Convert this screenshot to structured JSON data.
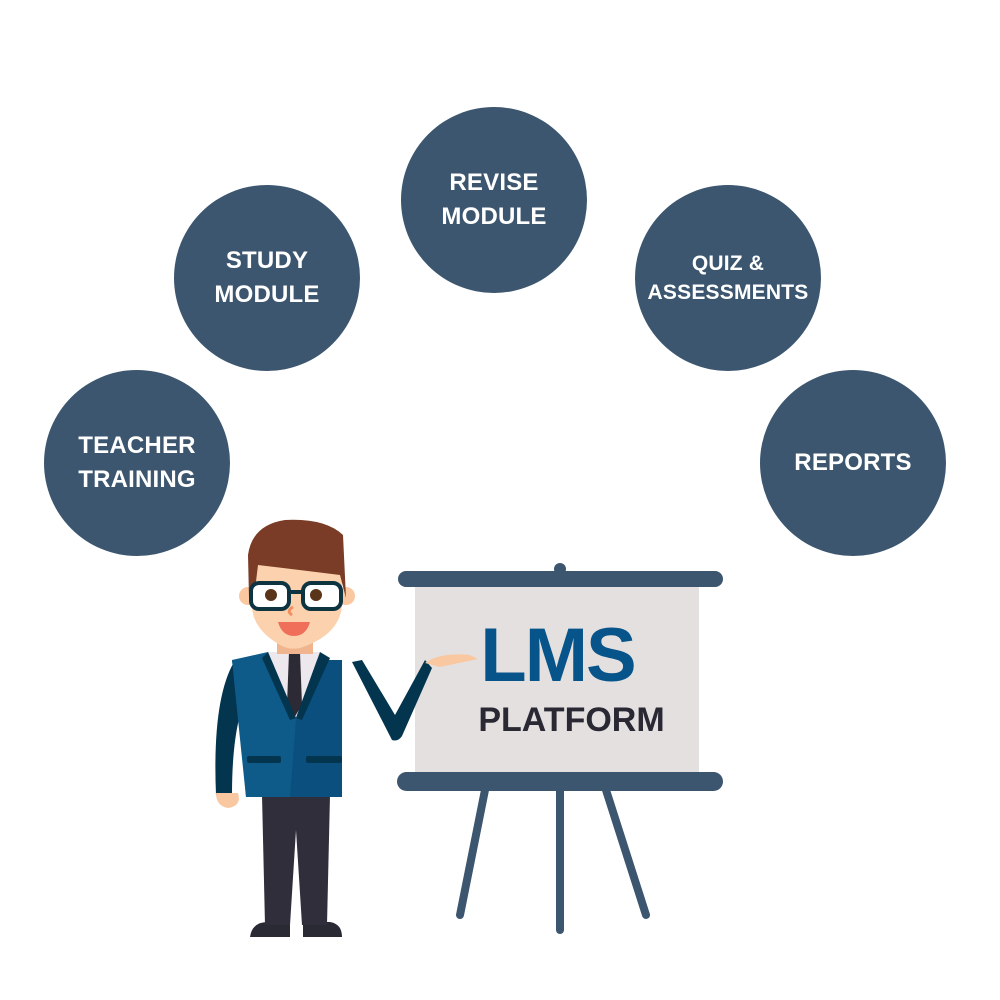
{
  "modules": [
    {
      "label": "TEACHER\nTRAINING"
    },
    {
      "label": "STUDY\nMODULE"
    },
    {
      "label": "REVISE\nMODULE"
    },
    {
      "label": "QUIZ &\nASSESSMENTS"
    },
    {
      "label": "REPORTS"
    }
  ],
  "board": {
    "title": "LMS",
    "subtitle": "PLATFORM"
  },
  "colors": {
    "bubble": "#3c566f",
    "lms": "#07548a",
    "platform": "#292833",
    "screen": "#e4e0e0"
  }
}
